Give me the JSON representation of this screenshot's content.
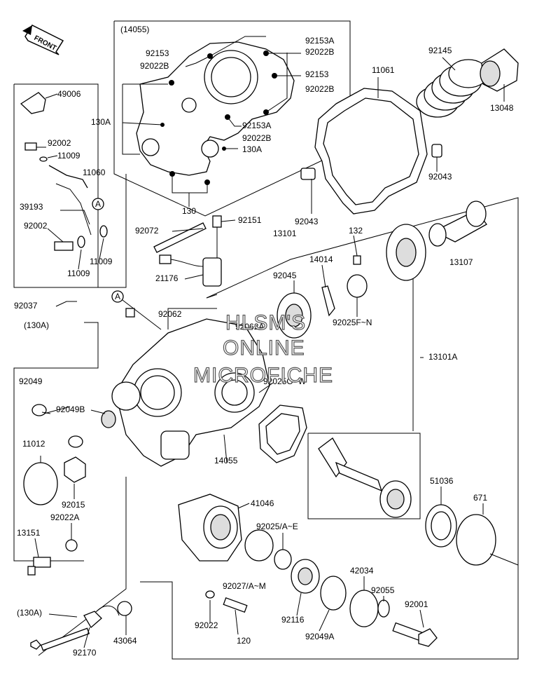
{
  "orientation_badge": "FRONT",
  "callout_letter": "A",
  "watermark": [
    "HLSM'S",
    "ONLINE",
    "MICROFICHE"
  ],
  "parts": {
    "p14055_box": "(14055)",
    "p92153a_1": "92153A",
    "p92022b_1": "92022B",
    "p92153_1": "92153",
    "p92022b_2": "92022B",
    "p92153_2": "92153",
    "p92022b_3": "92022B",
    "p130a_1": "130A",
    "p92153a_2": "92153A",
    "p92022b_4": "92022B",
    "p130a_2": "130A",
    "p130": "130",
    "p49006": "49006",
    "p92002_1": "92002",
    "p11009_1": "11009",
    "p11060": "11060",
    "p39193": "39193",
    "p92002_2": "92002",
    "p11009_2": "11009",
    "p11009_3": "11009",
    "p92145": "92145",
    "p11061": "11061",
    "p13048": "13048",
    "p92043_1": "92043",
    "p92043_2": "92043",
    "p92072": "92072",
    "p92151": "92151",
    "p13101": "13101",
    "p132": "132",
    "p21176": "21176",
    "p14014": "14014",
    "p92045": "92045",
    "p13107": "13107",
    "p92037": "92037",
    "p92062": "92062",
    "p92062a": "92062A",
    "p92025fn": "92025F~N",
    "p130a_3": "(130A)",
    "p13101a": "13101A",
    "p92049": "92049",
    "p92025ow": "92025O~W",
    "p92049b": "92049B",
    "p11012": "11012",
    "p14055": "14055",
    "p92015": "92015",
    "p92022a": "92022A",
    "p51036": "51036",
    "p671": "671",
    "p41046": "41046",
    "p13151": "13151",
    "p92025ae": "92025/A~E",
    "p92027am": "92027/A~M",
    "p42034": "42034",
    "p92055": "92055",
    "p92022": "92022",
    "p92116": "92116",
    "p92001": "92001",
    "p130a_4": "(130A)",
    "p92049a": "92049A",
    "p120": "120",
    "p92170": "92170",
    "p43064": "43064"
  }
}
